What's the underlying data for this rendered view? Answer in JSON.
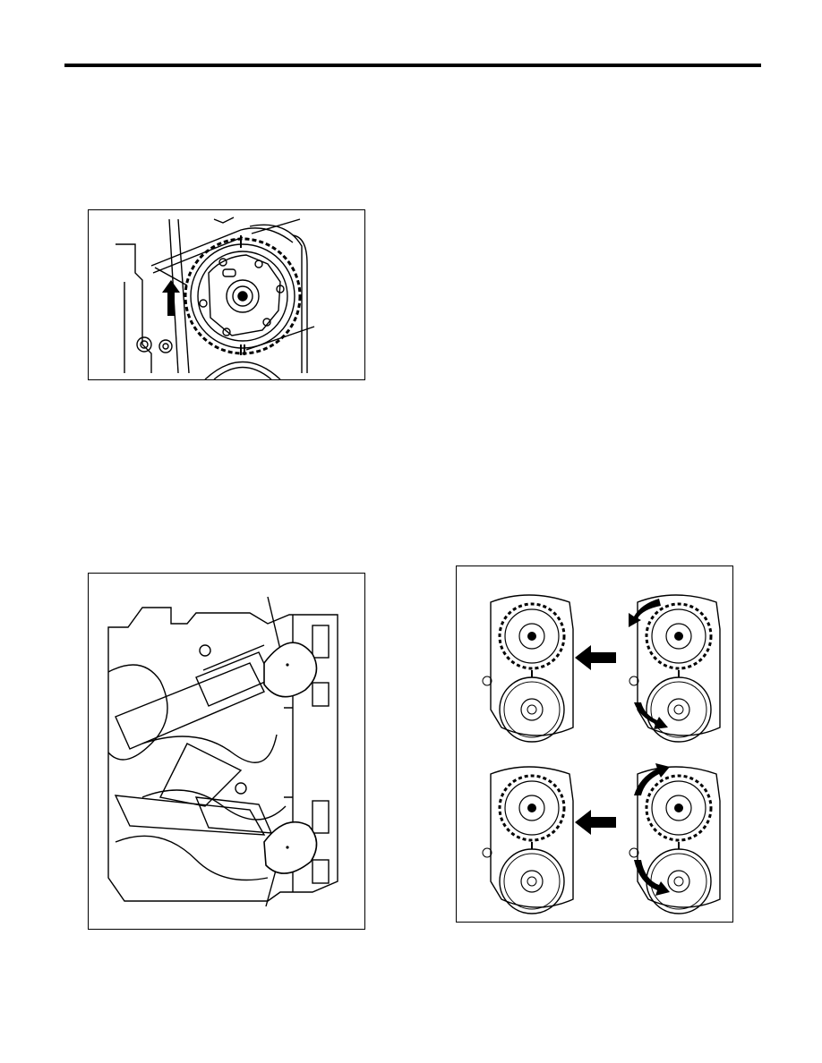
{
  "page": {
    "header_rule": true
  },
  "figures": [
    {
      "name": "camshaft-sprocket-figure",
      "icons": [
        "sprocket-icon",
        "rotation-arrow-icon"
      ]
    },
    {
      "name": "cylinder-block-figure",
      "icons": [
        "block-casting-icon"
      ]
    },
    {
      "name": "timing-alignment-figure",
      "icons": [
        "sprocket-icon",
        "pulley-icon",
        "rotate-arrow-icon",
        "direction-arrow-icon"
      ]
    }
  ]
}
